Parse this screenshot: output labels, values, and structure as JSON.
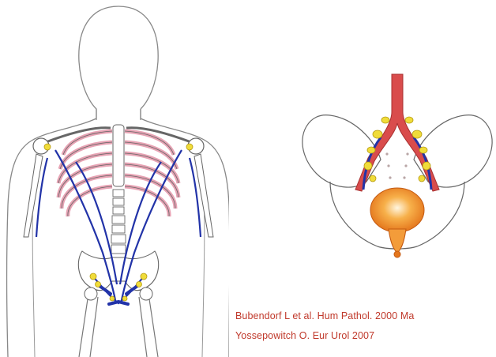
{
  "figures": {
    "torso": {
      "icon": "torso-skeleton-lymph-diagram"
    },
    "pelvis": {
      "icon": "pelvis-lymph-diagram"
    }
  },
  "citations": [
    "Bubendorf  L et al.  Hum Pathol. 2000  Ma",
    "Yossepowitch O.  Eur Urol 2007"
  ],
  "colors": {
    "citation_text": "#c0392b",
    "lymph_vessel": "#2233a8",
    "lymph_node": "#f0dc3a",
    "artery": "#d94c4c",
    "bladder": "#f39c3a",
    "rib": "#e7a3b4",
    "bone_outline": "#555555"
  }
}
